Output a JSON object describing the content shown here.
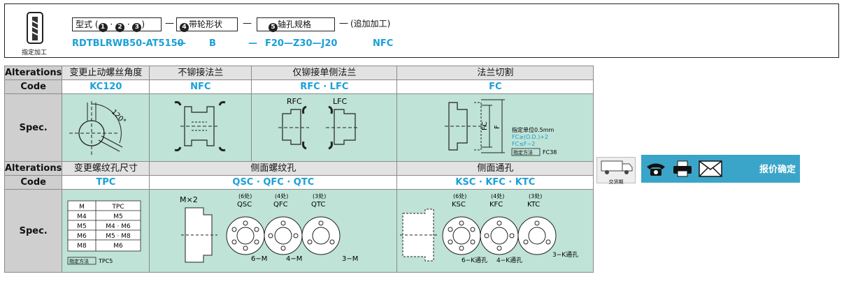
{
  "order": {
    "drill_label": "指定加工",
    "seg1": "型式 (",
    "seg1_circles": [
      "1",
      "2",
      "3"
    ],
    "seg1_close": ")",
    "seg2": "带轮形状",
    "seg2_circle": "4",
    "seg3": "轴孔规格",
    "seg3_circle": "5",
    "seg4": "(追加加工)",
    "dash": "—",
    "code1": "RDTBLRWB50-AT5150",
    "code2": "B",
    "code3": "F20—Z30—J20",
    "code4": "NFC"
  },
  "table": {
    "alterations": "Alterations",
    "code": "Code",
    "spec": "Spec.",
    "row1": {
      "headers": [
        "变更止动螺丝角度",
        "不铆接法兰",
        "仅铆接单侧法兰",
        "法兰切割"
      ],
      "codes": [
        "KC120",
        "NFC",
        "RFC · LFC",
        "FC"
      ]
    },
    "row2": {
      "headers": [
        "变更螺纹孔尺寸",
        "侧面螺纹孔",
        "侧面通孔"
      ],
      "codes": [
        "TPC",
        "QSC · QFC · QTC",
        "KSC · KFC · KTC"
      ]
    },
    "spec_texts": {
      "angle": "120°",
      "rfc": "RFC",
      "lfc": "LFC",
      "fc_note": [
        "指定单位0.5mm",
        "FC≥(O.D.)+2",
        "FC≤F−2"
      ],
      "fc_ex_label": "指定方法",
      "fc_ex_code": "FC38",
      "fc_axis": "FC",
      "f_axis": "F",
      "tpc_header": [
        "M",
        "TPC"
      ],
      "tpc_rows": [
        [
          "M4",
          "M5"
        ],
        [
          "M5",
          "M4 · M6"
        ],
        [
          "M6",
          "M5 · M8"
        ],
        [
          "M8",
          "M6"
        ]
      ],
      "tpc_ex_label": "指定方法",
      "tpc_ex_code": "TPC5",
      "mx2": "M×2",
      "qsc_count": "(6处)",
      "qfc_count": "(4处)",
      "qtc_count": "(3处)",
      "qsc": "QSC",
      "qfc": "QFC",
      "qtc": "QTC",
      "q6": "6−M",
      "q4": "4−M",
      "q3": "3−M",
      "ksc_count": "(6处)",
      "kfc_count": "(4处)",
      "ktc_count": "(3处)",
      "ksc": "KSC",
      "kfc": "KFC",
      "ktc": "KTC",
      "k6": "6−K通孔",
      "k4": "4−K通孔",
      "k3": "3−K通孔"
    }
  },
  "actions": {
    "truck_label": "交货期",
    "quote": "报价确定",
    "accent": "#3aa5c8"
  }
}
